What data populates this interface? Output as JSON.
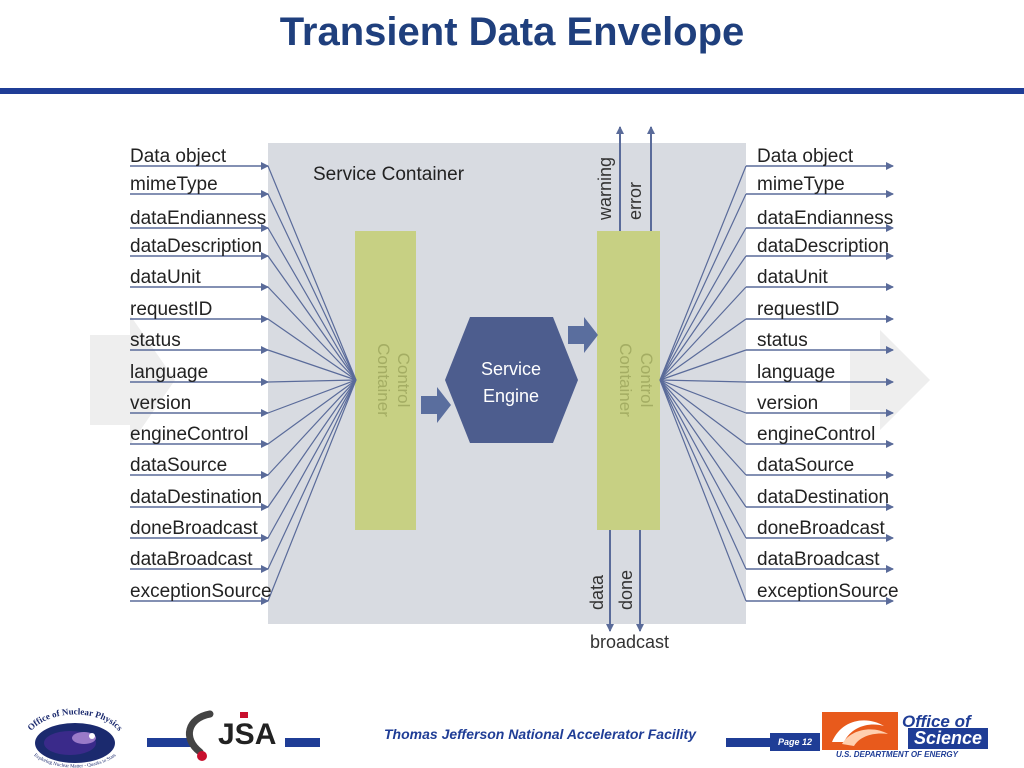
{
  "title": "Transient Data Envelope",
  "diagram": {
    "container_label": "Service Container",
    "engine_label": [
      "Service",
      "Engine"
    ],
    "control_label": [
      "Container",
      "Control"
    ],
    "left_fields": [
      "Data object",
      "mimeType",
      "dataEndianness",
      "dataDescription",
      "dataUnit",
      "requestID",
      "status",
      "language",
      "version",
      "engineControl",
      "dataSource",
      "dataDestination",
      "doneBroadcast",
      "dataBroadcast",
      "exceptionSource"
    ],
    "right_fields": [
      "Data object",
      "mimeType",
      "dataEndianness",
      "dataDescription",
      "dataUnit",
      "requestID",
      "status",
      "language",
      "version",
      "engineControl",
      "dataSource",
      "dataDestination",
      "doneBroadcast",
      "dataBroadcast",
      "exceptionSource"
    ],
    "top_outputs": [
      "warning",
      "error"
    ],
    "bottom_outputs": [
      "data",
      "done"
    ],
    "broadcast_label": "broadcast"
  },
  "footer": {
    "org": "Thomas Jefferson National Accelerator Facility",
    "page": "Page 12",
    "nuclear_logo": {
      "top_text": "Office of Nuclear Physics",
      "bottom_text": "Exploring Nuclear Matter - Quarks to Stars"
    },
    "jsa_logo": "JSA",
    "doe_logo": {
      "office": "Office of",
      "science": "Science",
      "dept": "U.S. DEPARTMENT OF ENERGY"
    }
  },
  "colors": {
    "title": "#1f3f7d",
    "rule": "#1f3d96",
    "container": "#d8dbe1",
    "control": "#c7d083",
    "engine": "#4d5d8e",
    "arrow": "#5a6b9a"
  }
}
